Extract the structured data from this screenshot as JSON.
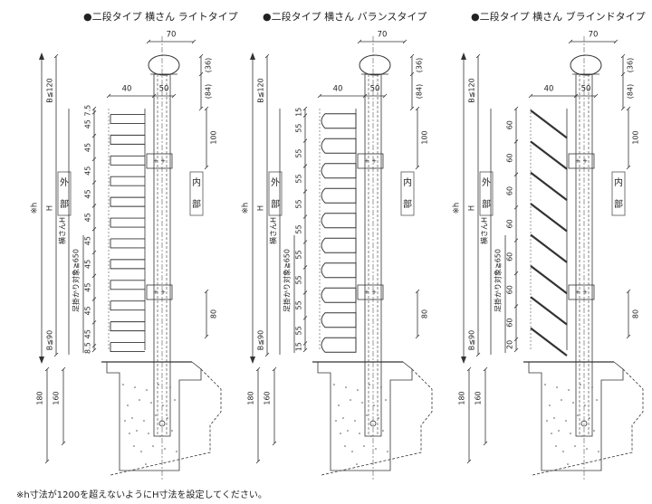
{
  "panels": [
    {
      "title": "●二段タイプ 横さん ライトタイプ",
      "slat_style": "light",
      "slat_count": 12,
      "left_dims": [
        "7.5",
        "45",
        "45",
        "45",
        "45",
        "45",
        "45",
        "45",
        "45",
        "45",
        "45",
        "8.5"
      ],
      "inner_dims": [
        "100",
        "80"
      ]
    },
    {
      "title": "●二段タイプ 横さん バランスタイプ",
      "slat_style": "balance",
      "slat_count": 10,
      "left_dims": [
        "15",
        "55",
        "55",
        "55",
        "55",
        "55",
        "55",
        "55",
        "55",
        "55",
        "15"
      ],
      "inner_dims": [
        "100",
        "80"
      ]
    },
    {
      "title": "●二段タイプ 横さん ブラインドタイプ",
      "slat_style": "blind",
      "slat_count": 8,
      "left_dims": [
        "60",
        "60",
        "60",
        "60",
        "60",
        "60",
        "60",
        "20"
      ],
      "inner_dims": [
        "100",
        "80"
      ]
    }
  ],
  "common_dims": {
    "top_width": "70",
    "post_a": "40",
    "post_b": "50",
    "d36": "(36)",
    "d84": "(84)",
    "b_top": "B≦120",
    "b_bottom": "B≦90",
    "h_label": "H",
    "h_total": "※h",
    "yokosan_h": "横さんH",
    "foothold": "足掛かり対象≧650",
    "d180": "180",
    "d160": "160"
  },
  "labels": {
    "outside_1": "外",
    "outside_2": "部",
    "inside_1": "内",
    "inside_2": "部"
  },
  "footnote": "※h寸法が1200を超えないようにH寸法を設定してください。"
}
